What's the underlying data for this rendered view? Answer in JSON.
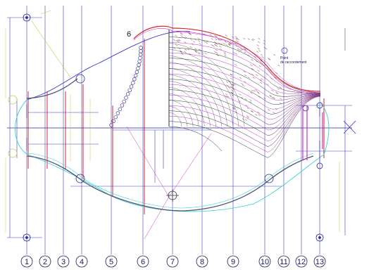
{
  "drawing": {
    "gridline_labels": [
      "1",
      "2",
      "3",
      "4",
      "5",
      "6",
      "7",
      "8",
      "9",
      "10",
      "11",
      "12",
      "13"
    ],
    "mark_6": "6",
    "note_connection": "Point de raccordement",
    "colors": {
      "frame": "#2a2a8a",
      "dim": "#3a3acb",
      "red": "#d62828",
      "magenta": "#c832c8",
      "cyan": "#3ad0d0",
      "yellow": "#c8c840",
      "dark": "#333333",
      "brown": "#7a3030"
    }
  }
}
